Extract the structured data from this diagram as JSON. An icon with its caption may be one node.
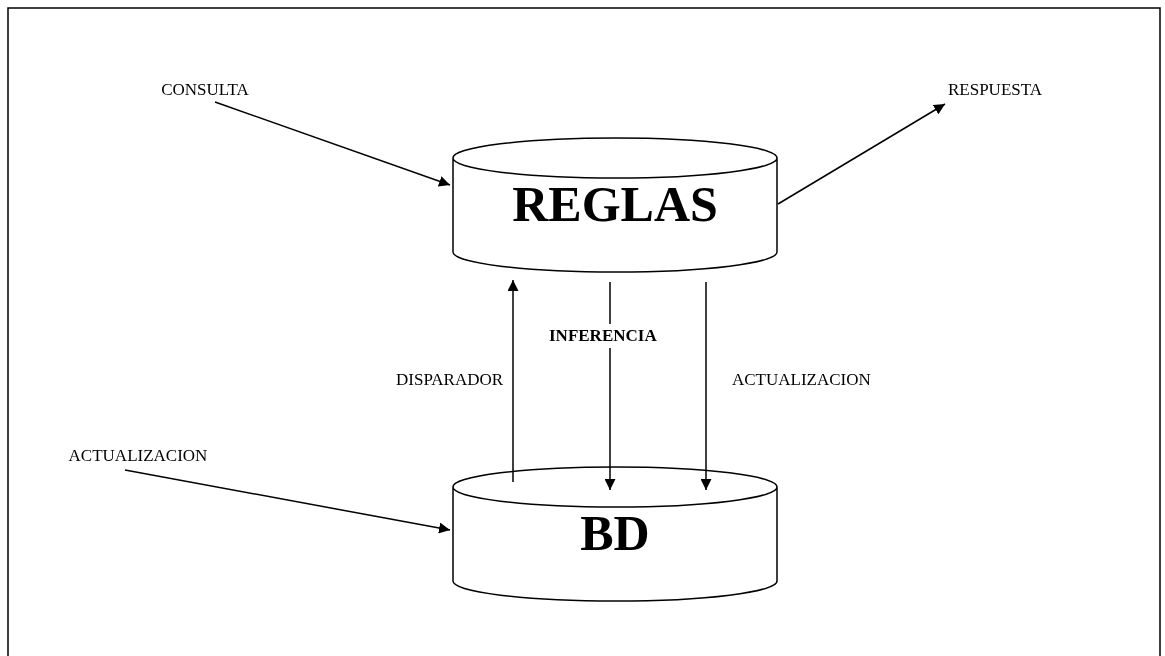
{
  "diagram": {
    "nodes": [
      {
        "text": [
          "CONSULTA"
        ]
      },
      {
        "text": [
          "RESPUESTA"
        ]
      },
      {
        "text": [
          "REGLAS"
        ]
      },
      {
        "text": [
          "ACTUALIZACION"
        ]
      },
      {
        "text": [
          "BD"
        ]
      }
    ],
    "edges": [
      {
        "from": 0,
        "to": 2,
        "arrow": "to"
      },
      {
        "from": 2,
        "to": 1,
        "arrow": "to"
      },
      {
        "from": 4,
        "to": 2,
        "arrow": "to",
        "label": "DISPARADOR"
      },
      {
        "from": 2,
        "to": 4,
        "arrow": "to",
        "label": "INFERENCIA"
      },
      {
        "from": 2,
        "to": 4,
        "arrow": "to",
        "label": "ACTUALIZACION"
      },
      {
        "from": 3,
        "to": 4,
        "arrow": "to"
      }
    ]
  }
}
